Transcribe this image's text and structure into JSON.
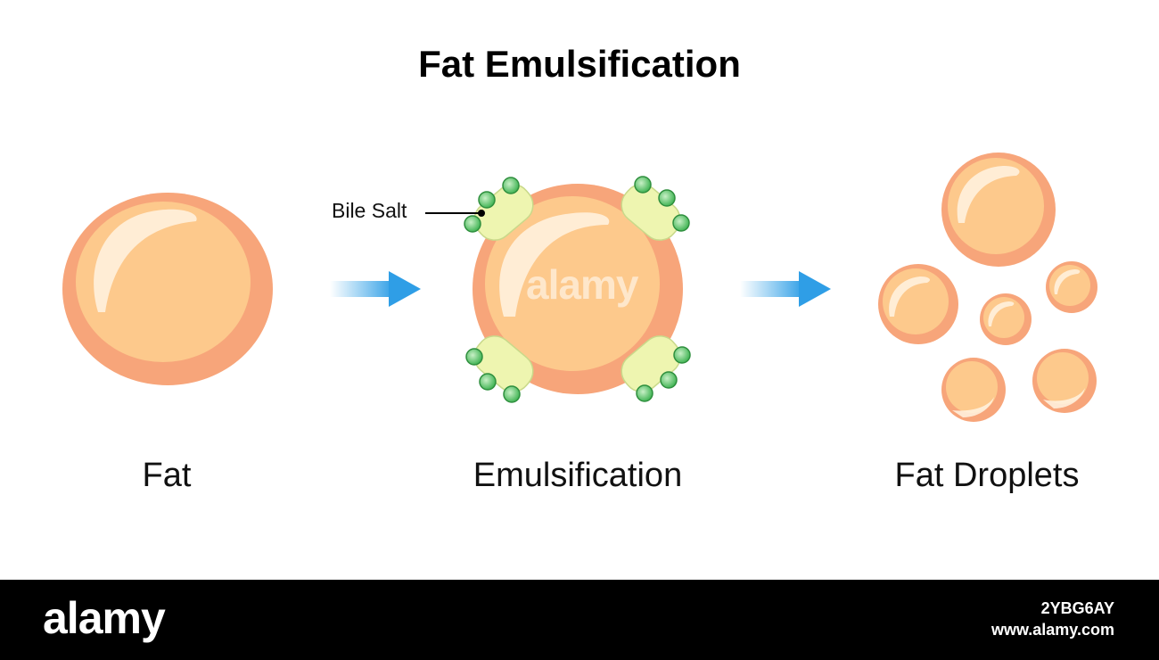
{
  "title": "Fat Emulsification",
  "labels": {
    "bile_salt": "Bile Salt",
    "stage1": "Fat",
    "stage2": "Emulsification",
    "stage3": "Fat Droplets"
  },
  "watermark": "alamy",
  "footer": {
    "logo": "alamy",
    "image_id": "2YBG6AY",
    "url": "www.alamy.com"
  },
  "colors": {
    "fat_outer": "#f7a57a",
    "fat_inner": "#fdc98c",
    "arrow": "#3aa6e8",
    "bile_body": "#eef5b0",
    "bile_head": "#4dbb5a"
  }
}
